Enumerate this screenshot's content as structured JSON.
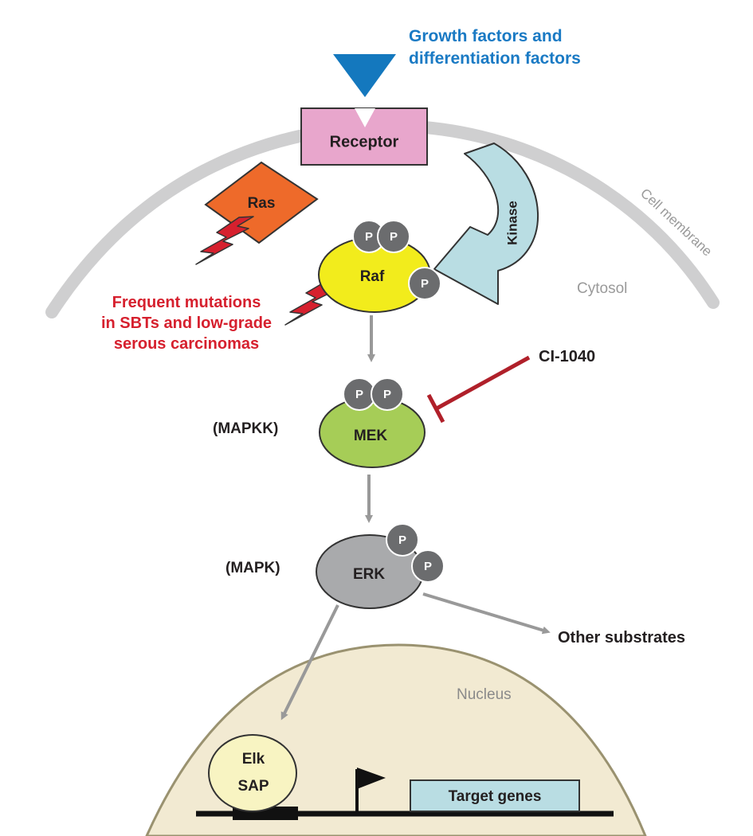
{
  "labels": {
    "growth_line1": "Growth factors and",
    "growth_line2": "differentiation factors",
    "receptor": "Receptor",
    "kinase": "Kinase",
    "cell_membrane": "Cell membrane",
    "cytosol": "Cytosol",
    "ras": "Ras",
    "raf": "Raf",
    "phospho": "P",
    "mutations_line1": "Frequent mutations",
    "mutations_line2": "in SBTs and low-grade",
    "mutations_line3": "serous carcinomas",
    "inhibitor": "CI-1040",
    "mapkk": "(MAPKK)",
    "mek": "MEK",
    "mapk": "(MAPK)",
    "erk": "ERK",
    "other_substrates": "Other substrates",
    "nucleus": "Nucleus",
    "elk": "Elk",
    "sap": "SAP",
    "target_genes": "Target genes"
  },
  "colors": {
    "ligand": "#1478be",
    "ligand_text": "#1a7ac4",
    "receptor": "#e8a6cc",
    "kinase": "#b9dde3",
    "ras": "#ee6a2a",
    "raf": "#f2ec1c",
    "mek": "#a6cd57",
    "erk": "#a9aaac",
    "phospho": "#6b6c6e",
    "mutation": "#d6202e",
    "inhibitor": "#b0202a",
    "membrane": "#cfcfd0",
    "nucleus": "#f2ead2",
    "nucleus_edge": "#9a9270",
    "elk": "#f8f4c2",
    "target": "#b9dde3",
    "arrow": "#999999"
  }
}
